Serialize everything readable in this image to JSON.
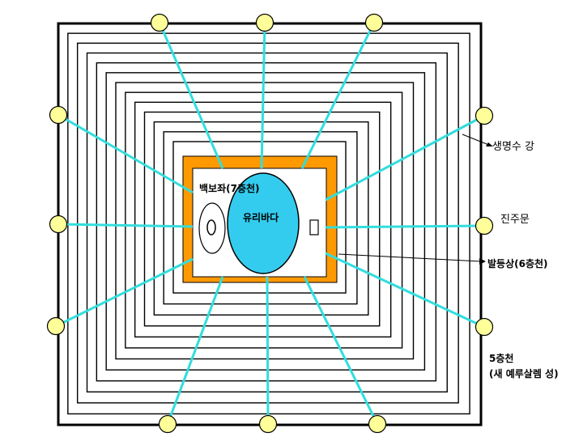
{
  "labels": {
    "white_throne": "백보좌(7층천)",
    "glass_sea": "유리바다",
    "river_of_life": "생명수 강",
    "pearl_gates": "진주문",
    "footstool": "발등상(6층천)",
    "fifth_heaven_line1": "5층천",
    "fifth_heaven_line2": "(새 예루살렘 성)"
  },
  "colors": {
    "ray": "#33dddd",
    "gate_fill": "#ffff99",
    "sea_fill": "#33ccee",
    "orange_band": "#ff9900",
    "outline": "#000000"
  }
}
